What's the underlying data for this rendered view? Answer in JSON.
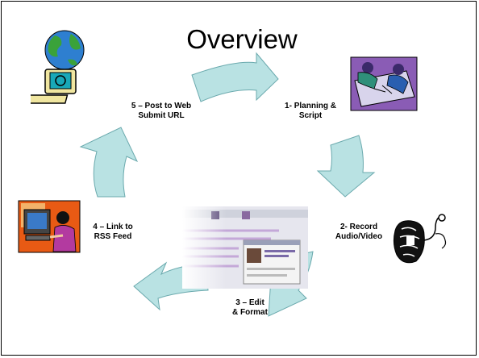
{
  "title": "Overview",
  "steps": [
    {
      "line1": "1- Planning &",
      "line2": "Script"
    },
    {
      "line1": "2- Record",
      "line2": "Audio/Video"
    },
    {
      "line1": "3 – Edit",
      "line2": "& Format"
    },
    {
      "line1": "4 – Link to",
      "line2": "RSS Feed"
    },
    {
      "line1": "5 – Post to Web",
      "line2": "Submit URL"
    }
  ],
  "colors": {
    "arrow_fill": "#b9e2e3",
    "arrow_stroke": "#6aa9ad",
    "background": "#ffffff"
  },
  "icons": [
    "globe-computer-icon",
    "planning-people-icon",
    "microphone-recorder-icon",
    "computer-user-icon",
    "video-editor-screenshot"
  ]
}
